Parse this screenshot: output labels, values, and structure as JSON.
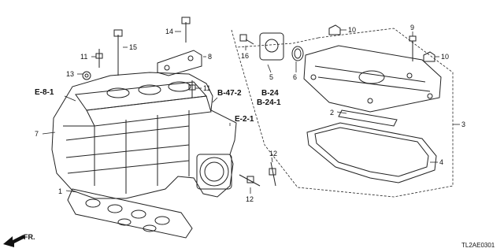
{
  "callouts": {
    "c1": "1",
    "c2": "2",
    "c3": "3",
    "c4": "4",
    "c5": "5",
    "c6": "6",
    "c7": "7",
    "c8": "8",
    "c9": "9",
    "c10a": "10",
    "c10b": "10",
    "c11a": "11",
    "c11b": "11",
    "c12a": "12",
    "c12b": "12",
    "c13": "13",
    "c14": "14",
    "c15": "15",
    "c16": "16"
  },
  "references": {
    "e81": "E-8-1",
    "b472": "B-47-2",
    "b24": "B-24",
    "b241": "B-24-1",
    "e21": "E-2-1"
  },
  "front_label": "FR.",
  "diagram_code": "TL2AE0301"
}
